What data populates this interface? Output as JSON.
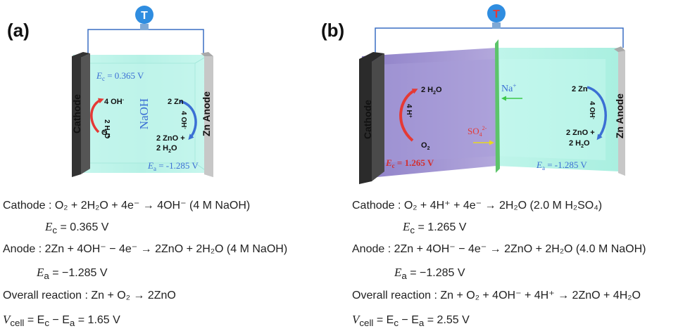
{
  "panel_a": {
    "label": "(a)",
    "bulb_letter": "T",
    "cathode_label": "Cathode",
    "anode_label": "Zn Anode",
    "electrolyte_label": "NaOH",
    "ec_text": "E",
    "ec_sub": "c",
    "ec_value": " = 0.365 V",
    "ea_text": "E",
    "ea_sub": "a",
    "ea_value": " = -1.285 V",
    "cathode_ion": "4 OH",
    "cathode_ion_sup": "-",
    "cathode_water": "2 H",
    "cathode_water_sub": "2",
    "cathode_water_o": "O",
    "cathode_o2": "O",
    "cathode_o2_sub": "2",
    "anode_zn": "2 Zn",
    "anode_ion": "4 OH",
    "anode_ion_sup": "-",
    "anode_product1": "2 ZnO +",
    "anode_product2": "2 H",
    "anode_product2_sub": "2",
    "anode_product2_o": "O",
    "equations": {
      "cathode": "Cathode : O₂ + 2H₂O + 4e⁻ → 4OH⁻ (4 M NaOH)",
      "ec": "= 0.365 V",
      "anode": "Anode : 2Zn + 4OH⁻ − 4e⁻ → 2ZnO + 2H₂O (4 M NaOH)",
      "ea": "= −1.285 V",
      "overall": "Overall reaction : Zn + O₂ → 2ZnO",
      "vcell": "= E",
      "vcell_rest": "= 1.65 V"
    }
  },
  "panel_b": {
    "label": "(b)",
    "bulb_letter": "T",
    "cathode_label": "Cathode",
    "anode_label": "Zn Anode",
    "cathode_water": "2 H",
    "cathode_water_sub": "2",
    "cathode_water_o": "O",
    "cathode_ion": "4 H",
    "cathode_ion_sup": "+",
    "cathode_o2": "O",
    "cathode_o2_sub": "2",
    "na_ion": "Na",
    "na_sup": "+",
    "so4_ion": "SO",
    "so4_sub": "4",
    "so4_sup": "2-",
    "ec_text": "E",
    "ec_sub": "c",
    "ec_value": " = 1.265 V",
    "ea_text": "E",
    "ea_sub": "a",
    "ea_value": " = -1.285 V",
    "anode_zn": "2 Zn",
    "anode_ion": "4 OH",
    "anode_ion_sup": "-",
    "anode_product1": "2 ZnO +",
    "anode_product2": "2 H",
    "anode_product2_sub": "2",
    "anode_product2_o": "O",
    "equations": {
      "cathode": "Cathode : O₂ + 4H⁺ + 4e⁻ → 2H₂O (2.0 M H₂SO₄)",
      "ec": "= 1.265 V",
      "anode": "Anode : 2Zn + 4OH⁻ − 4e⁻ → 2ZnO + 2H₂O (4.0 M NaOH)",
      "ea": "= −1.285 V",
      "overall": "Overall reaction : Zn + O₂ + 4OH⁻ + 4H⁺ → 2ZnO + 4H₂O",
      "vcell": "= E",
      "vcell_rest": "= 2.55 V"
    }
  },
  "symbols": {
    "E": "E",
    "c": "c",
    "a": "a",
    "V": "V",
    "cell": "cell",
    "minus_E": " − E"
  },
  "colors": {
    "wire": "#3a6fc4",
    "bulb": "#2f8de0",
    "bulb_letter_a": "#ffffff",
    "bulb_letter_b": "#e53935",
    "electrolyte_a": "#b7f3e8",
    "cathode_chamber_b": "#a79ad6",
    "anode_chamber_b": "#b7f3e8",
    "membrane": "#5cc46a",
    "cathode_text": "#e53935",
    "anode_text": "#38d848",
    "naoh_text": "#3b6fd4",
    "potential_text_blue": "#3b6fd4",
    "potential_text_red": "#d32f2f",
    "arrow_red": "#e53935",
    "arrow_blue": "#3b6fd4",
    "arrow_green": "#3cc84a",
    "arrow_yellow": "#e8d820"
  }
}
